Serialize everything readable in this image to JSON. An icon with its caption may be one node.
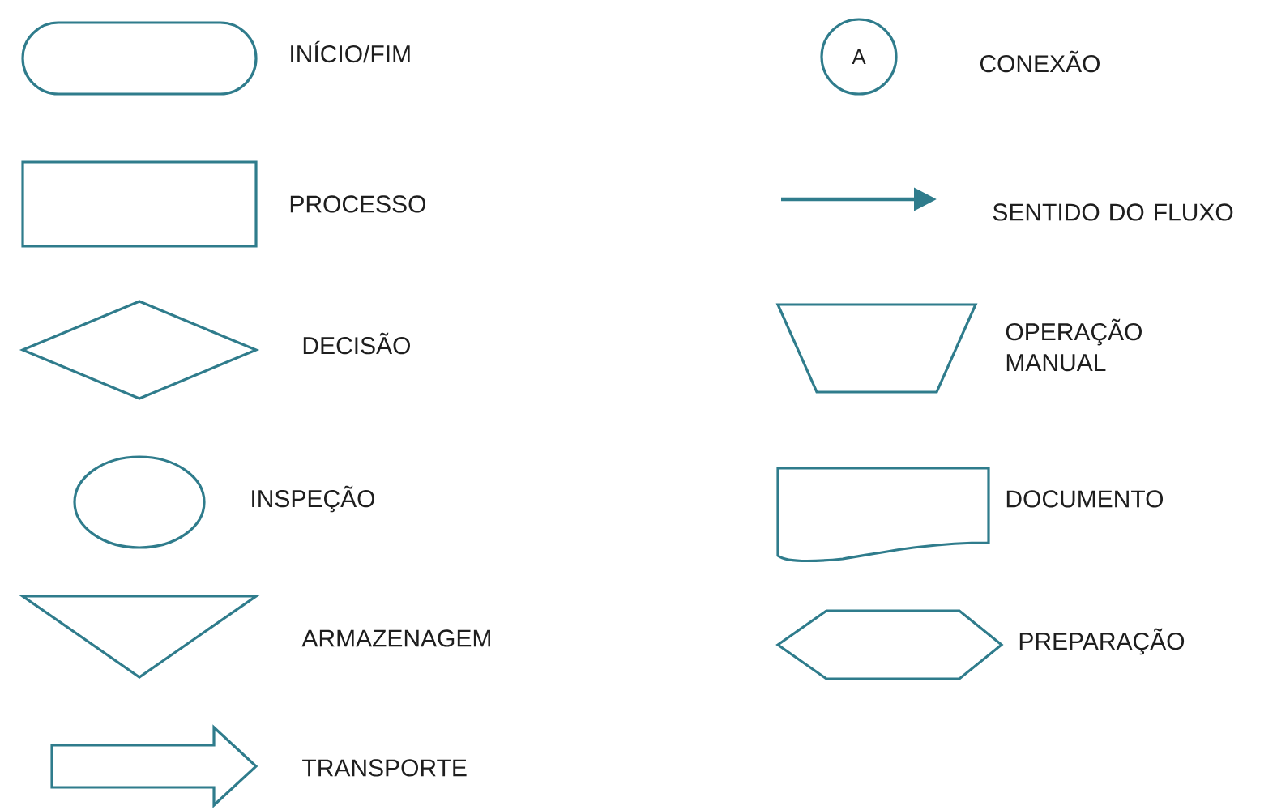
{
  "diagram": {
    "nodes": [
      {
        "text": [],
        "shape": "pill",
        "beside": [
          "INÍCIO/FIM"
        ]
      },
      {
        "text": [
          "A"
        ],
        "beside": [
          "CONEXÃO"
        ]
      },
      {
        "text": [],
        "shape": "box",
        "beside": [
          "PROCESSO"
        ]
      },
      {
        "text": [],
        "shape": "diamond",
        "beside": [
          "DECISÃO"
        ]
      },
      {
        "text": [],
        "shape": "trapezoid",
        "beside": [
          "OPERAÇÃO MANUAL"
        ]
      },
      {
        "text": [],
        "shape": "ellipse",
        "beside": [
          "INSPEÇÃO"
        ]
      },
      {
        "text": [],
        "shape": "document",
        "beside": [
          "DOCUMENTO"
        ]
      },
      {
        "text": [],
        "shape": "triangle",
        "beside": [
          "ARMAZENAGEM"
        ]
      },
      {
        "text": [],
        "shape": "hexagon",
        "beside": [
          "PREPARAÇÃO"
        ]
      },
      {
        "text": [],
        "shape": "arrow",
        "beside": [
          "TRANSPORTE"
        ]
      }
    ],
    "labels": [
      "SENTIDO DO FLUXO"
    ]
  }
}
